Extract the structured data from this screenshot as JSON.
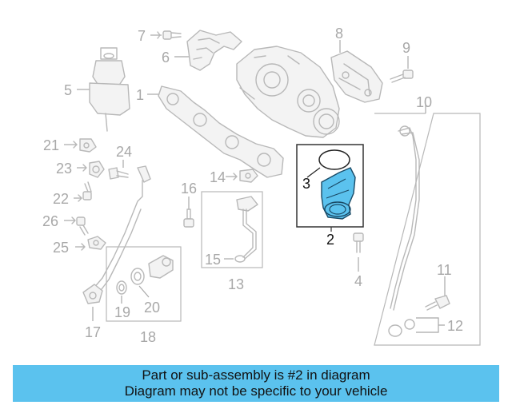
{
  "callouts": {
    "c1": "1",
    "c2": "2",
    "c3": "3",
    "c4": "4",
    "c5": "5",
    "c6": "6",
    "c7": "7",
    "c8": "8",
    "c9": "9",
    "c10": "10",
    "c11": "11",
    "c12": "12",
    "c13": "13",
    "c14": "14",
    "c15": "15",
    "c16": "16",
    "c17": "17",
    "c18": "18",
    "c19": "19",
    "c20": "20",
    "c21": "21",
    "c22": "22",
    "c23": "23",
    "c24": "24",
    "c25": "25",
    "c26": "26"
  },
  "highlight_color": "#5bc2ee",
  "banner": {
    "line1": "Part or sub-assembly is #2 in diagram",
    "line2": "Diagram may not be specific to your vehicle"
  }
}
